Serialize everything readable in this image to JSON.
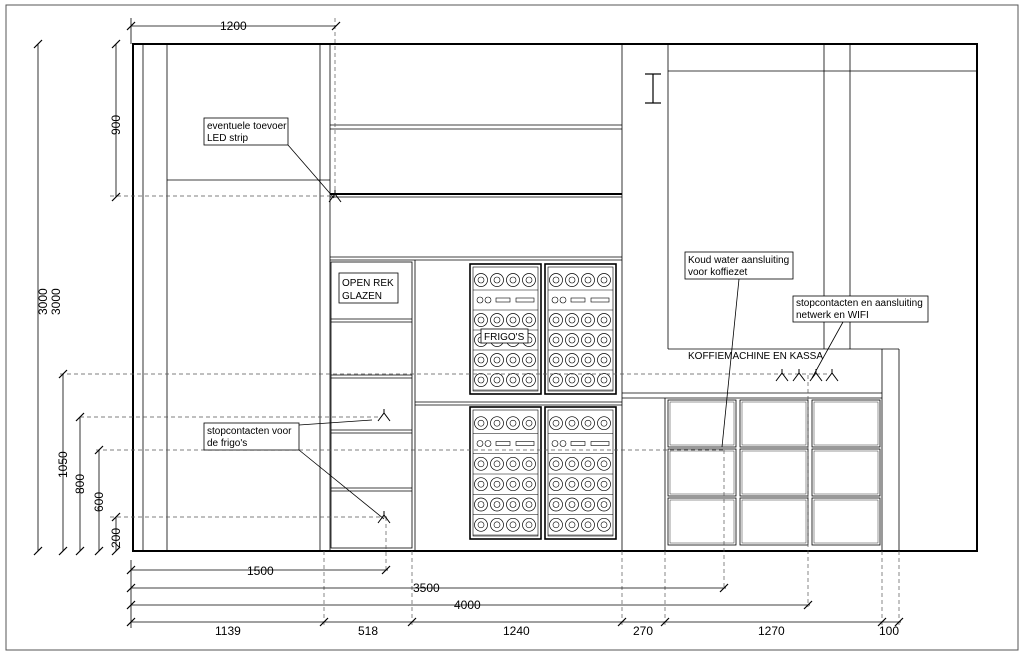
{
  "dimensions": {
    "top_width": "1200",
    "upper_height": "900",
    "total_height_a": "3000",
    "total_height_b": "3000",
    "h_1050": "1050",
    "h_800": "800",
    "h_600": "600",
    "h_200": "200",
    "run_1500": "1500",
    "run_3500": "3500",
    "run_4000": "4000",
    "seg_1139": "1139",
    "seg_518": "518",
    "seg_1240": "1240",
    "seg_270": "270",
    "seg_1270": "1270",
    "seg_100": "100"
  },
  "labels": {
    "led_line1": "eventuele toevoer",
    "led_line2": "LED strip",
    "rack_line1": "OPEN REK",
    "rack_line2": "GLAZEN",
    "fridges": "FRIGO'S",
    "coffee_kassa": "KOFFIEMACHINE EN KASSA",
    "water_line1": "Koud water aansluiting",
    "water_line2": "voor koffiezet",
    "sockets_net_line1": "stopcontacten en aansluiting",
    "sockets_net_line2": "netwerk en WIFI",
    "sockets_fridge_line1": "stopcontacten voor",
    "sockets_fridge_line2": "de frigo's"
  }
}
